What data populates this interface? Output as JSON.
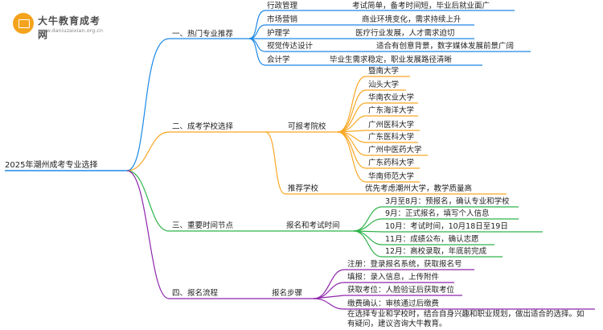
{
  "header": {
    "brand_name": "大牛教育成考网",
    "brand_url": "www.daniuzaixian.org.cn"
  },
  "root": "2025年潮州成考专业选择",
  "branches": [
    {
      "label": "一、热门专业推荐",
      "items": [
        {
          "name": "行政管理",
          "desc": "考试简单，备考时间短，毕业后就业面广"
        },
        {
          "name": "市场营销",
          "desc": "商业环境变化，需求持续上升"
        },
        {
          "name": "护理学",
          "desc": "医疗行业发展，人才需求迫切"
        },
        {
          "name": "视觉传达设计",
          "desc": "适合有创意背景，数字媒体发展前景广阔"
        },
        {
          "name": "会计学",
          "desc": "毕业生需求稳定，职业发展路径清晰"
        }
      ]
    },
    {
      "label": "二、成考学校选择",
      "sub": [
        {
          "label": "可报考院校",
          "items": [
            "暨南大学",
            "汕头大学",
            "华南农业大学",
            "广东海洋大学",
            "广州医科大学",
            "广东医科大学",
            "广州中医药大学",
            "广东药科大学",
            "华南师范大学"
          ]
        },
        {
          "label": "推荐学校",
          "desc": "优先考虑潮州大学，教学质量高"
        }
      ]
    },
    {
      "label": "三、重要时间节点",
      "sub": {
        "label": "报名和考试时间",
        "items": [
          "3月至8月：预报名，确认专业和学校",
          "9月：正式报名，填写个人信息",
          "10月：考试时间，10月18日至19日",
          "11月：成绩公布，确认志愿",
          "12月：高校录取，年底前完成"
        ]
      }
    },
    {
      "label": "四、报名流程",
      "sub": {
        "label": "报名步骤",
        "items": [
          "注册：登录报名系统，获取报名号",
          "填报：录入信息，上传附件",
          "获取考位：人脸验证后获取考位"
        ],
        "last": [
          "缴费确认：审核通过后缴费",
          "在选择专业和学校时，结合自身兴趣和职业规划，做出适合的选择。如",
          "有疑问，建议咨询大牛教育。"
        ]
      }
    }
  ],
  "colors": {
    "branch1": "#1e88e5",
    "branch2": "#f9a825",
    "branch3": "#2fb34a",
    "branch4": "#8e24aa"
  }
}
